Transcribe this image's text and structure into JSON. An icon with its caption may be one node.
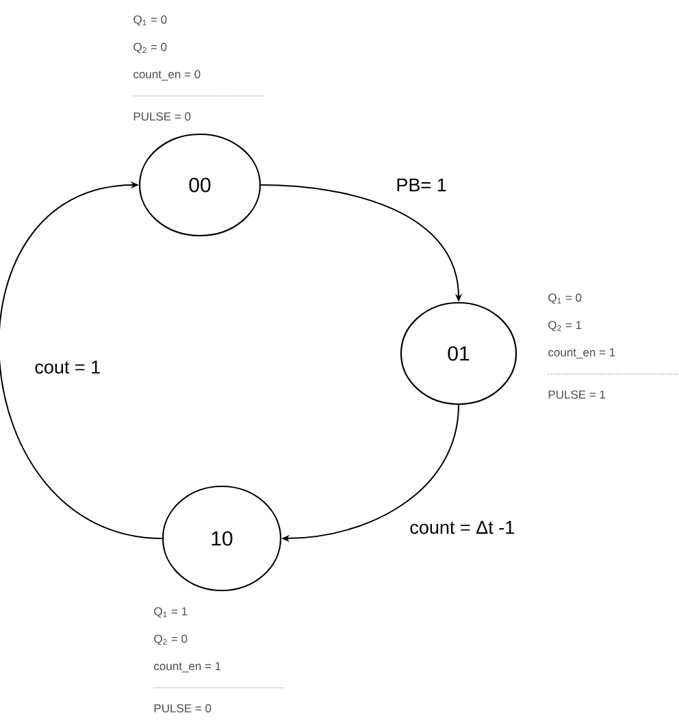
{
  "diagram": {
    "nodes": [
      {
        "text": [
          "00"
        ],
        "beside": [
          "Q$_{1}$ = 0",
          "Q$_{2}$ = 0",
          "count_en = 0",
          "PULSE = 0"
        ]
      },
      {
        "text": [
          "01"
        ],
        "beside": [
          "Q$_{1}$ = 0",
          "Q$_{2}$ = 1",
          "count_en = 1",
          "PULSE = 1"
        ]
      },
      {
        "text": [
          "10"
        ],
        "beside": [
          "Q$_{1}$ = 1",
          "Q$_{2}$ = 0",
          "count_en = 1",
          "PULSE = 0"
        ]
      }
    ],
    "edges": [
      {
        "from": 0,
        "to": 1,
        "arrow": "to",
        "label": "PB= 1"
      },
      {
        "from": 1,
        "to": 2,
        "arrow": "to",
        "label": "count = Δt -1"
      },
      {
        "from": 2,
        "to": 0,
        "arrow": "to",
        "label": "cout = 1"
      }
    ]
  }
}
